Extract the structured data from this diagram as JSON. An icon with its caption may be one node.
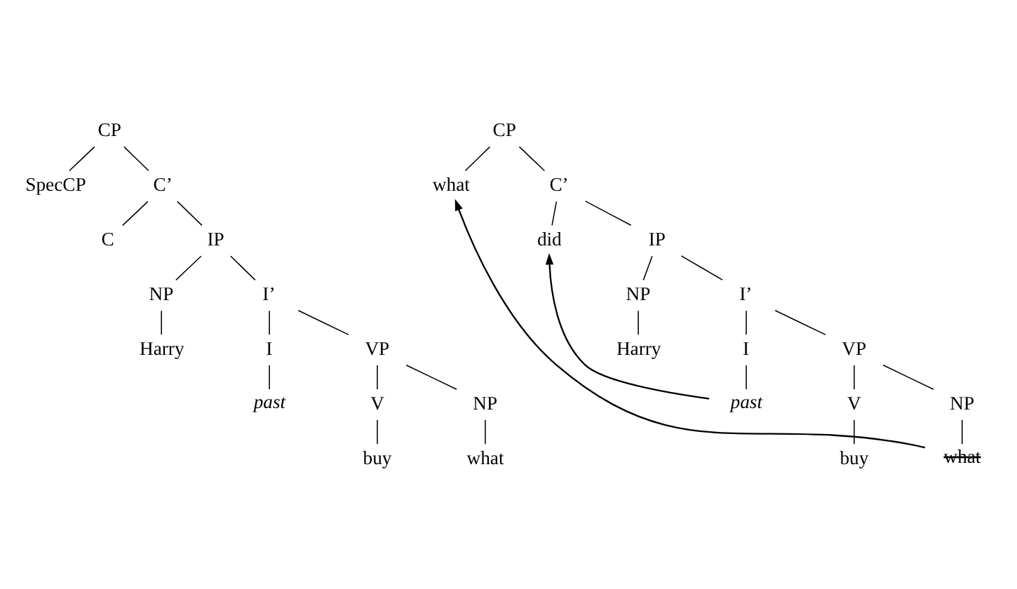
{
  "diagram": {
    "nodes": [
      {
        "text": [
          "CP"
        ]
      },
      {
        "text": [
          "SpecCP"
        ]
      },
      {
        "text": [
          "C’"
        ]
      },
      {
        "text": [
          "C"
        ]
      },
      {
        "text": [
          "IP"
        ]
      },
      {
        "text": [
          "NP"
        ]
      },
      {
        "text": [
          "I’"
        ]
      },
      {
        "text": [
          "Harry"
        ]
      },
      {
        "text": [
          "I"
        ]
      },
      {
        "text": [
          "VP"
        ]
      },
      {
        "text": [
          "past"
        ]
      },
      {
        "text": [
          "V"
        ]
      },
      {
        "text": [
          "NP"
        ]
      },
      {
        "text": [
          "buy"
        ]
      },
      {
        "text": [
          "what"
        ]
      },
      {
        "text": [
          "CP"
        ]
      },
      {
        "text": [
          "what"
        ]
      },
      {
        "text": [
          "C’"
        ]
      },
      {
        "text": [
          "did"
        ]
      },
      {
        "text": [
          "IP"
        ]
      },
      {
        "text": [
          "NP"
        ]
      },
      {
        "text": [
          "I’"
        ]
      },
      {
        "text": [
          "Harry"
        ]
      },
      {
        "text": [
          "I"
        ]
      },
      {
        "text": [
          "VP"
        ]
      },
      {
        "text": [
          "past"
        ]
      },
      {
        "text": [
          "V"
        ]
      },
      {
        "text": [
          "NP"
        ]
      },
      {
        "text": [
          "buy"
        ]
      },
      {
        "text": [
          "what"
        ]
      }
    ],
    "edges": [
      {
        "from": 0,
        "to": 1,
        "arrow": "none"
      },
      {
        "from": 0,
        "to": 2,
        "arrow": "none"
      },
      {
        "from": 2,
        "to": 3,
        "arrow": "none"
      },
      {
        "from": 2,
        "to": 4,
        "arrow": "none"
      },
      {
        "from": 4,
        "to": 5,
        "arrow": "none"
      },
      {
        "from": 4,
        "to": 6,
        "arrow": "none"
      },
      {
        "from": 5,
        "to": 7,
        "arrow": "none"
      },
      {
        "from": 6,
        "to": 8,
        "arrow": "none"
      },
      {
        "from": 6,
        "to": 9,
        "arrow": "none"
      },
      {
        "from": 8,
        "to": 10,
        "arrow": "none"
      },
      {
        "from": 9,
        "to": 11,
        "arrow": "none"
      },
      {
        "from": 9,
        "to": 12,
        "arrow": "none"
      },
      {
        "from": 11,
        "to": 13,
        "arrow": "none"
      },
      {
        "from": 12,
        "to": 14,
        "arrow": "none"
      },
      {
        "from": 15,
        "to": 16,
        "arrow": "none"
      },
      {
        "from": 15,
        "to": 17,
        "arrow": "none"
      },
      {
        "from": 17,
        "to": 18,
        "arrow": "none"
      },
      {
        "from": 17,
        "to": 19,
        "arrow": "none"
      },
      {
        "from": 19,
        "to": 20,
        "arrow": "none"
      },
      {
        "from": 19,
        "to": 21,
        "arrow": "none"
      },
      {
        "from": 20,
        "to": 22,
        "arrow": "none"
      },
      {
        "from": 21,
        "to": 23,
        "arrow": "none"
      },
      {
        "from": 21,
        "to": 24,
        "arrow": "none"
      },
      {
        "from": 23,
        "to": 25,
        "arrow": "none"
      },
      {
        "from": 24,
        "to": 26,
        "arrow": "none"
      },
      {
        "from": 24,
        "to": 27,
        "arrow": "none"
      },
      {
        "from": 26,
        "to": 28,
        "arrow": "none"
      },
      {
        "from": 27,
        "to": 29,
        "arrow": "none"
      },
      {
        "from": 29,
        "to": 16,
        "arrow": "to"
      },
      {
        "from": 25,
        "to": 18,
        "arrow": "to"
      }
    ]
  }
}
